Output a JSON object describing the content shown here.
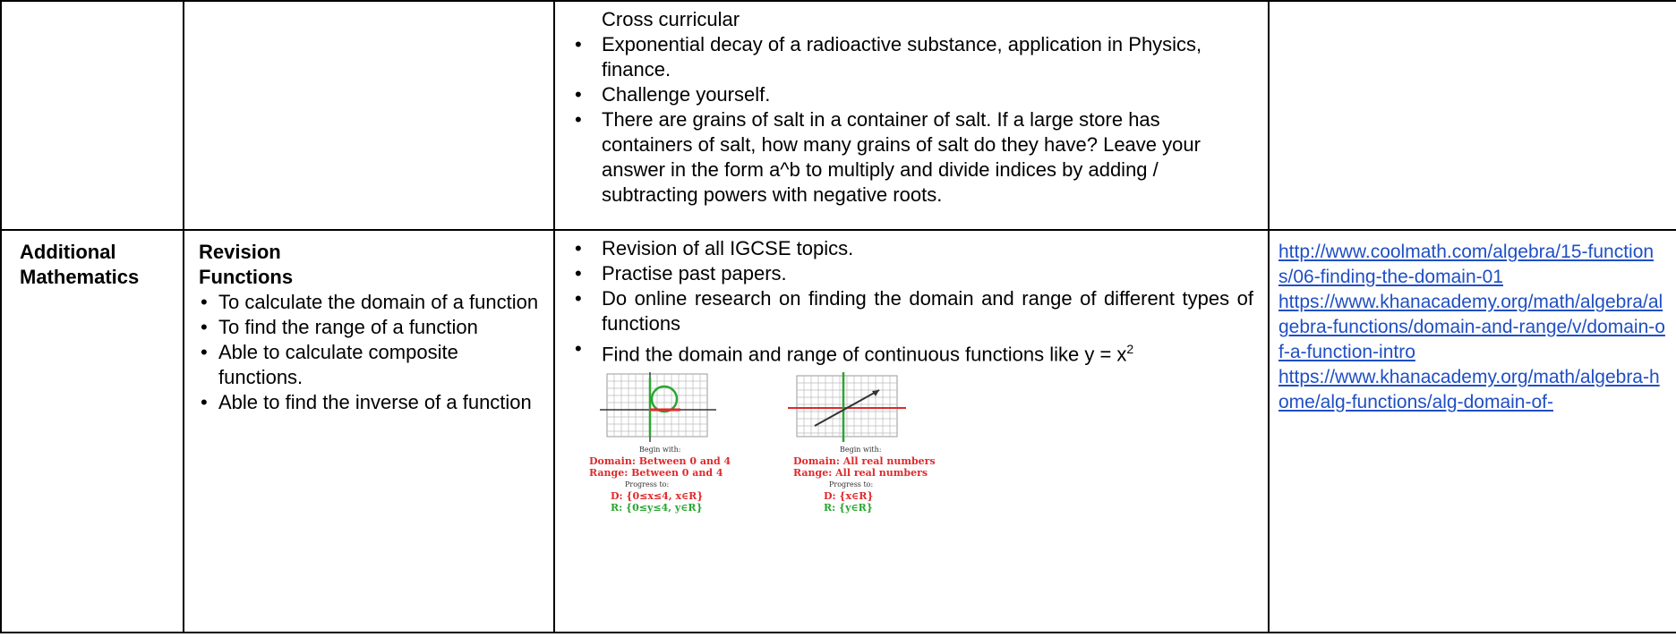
{
  "row1": {
    "col3": {
      "intro": "Cross curricular",
      "bullets": [
        "Exponential decay of a radioactive substance, application in Physics, finance.",
        "Challenge yourself.",
        "There are grains of salt in a container of salt. If a large store has containers of salt, how many grains of salt do they have? Leave your answer in the form a^b to multiply and divide indices by adding / subtracting powers with negative roots."
      ]
    }
  },
  "row2": {
    "subject": "Additional Mathematics",
    "topic": {
      "heading1": "Revision",
      "heading2": "Functions",
      "objectives": [
        "To calculate the  domain of a function",
        "To find the range of a function",
        "Able to calculate composite functions.",
        "Able to find the inverse of a function"
      ]
    },
    "activities": {
      "bullets": [
        "Revision of all IGCSE topics.",
        "Practise past papers.",
        "Do online research on finding the domain and range of different types of functions"
      ],
      "last_bullet": "Find the domain and range of continuous functions like y = x",
      "last_bullet_sup": "2",
      "graph1": {
        "begin": "Begin with:",
        "domain": "Domain: Between 0 and 4",
        "range": "Range: Between 0 and 4",
        "progress": "Progress to:",
        "d": "D: {0≤x≤4, x∈R}",
        "r": "R: {0≤y≤4, y∈R}"
      },
      "graph2": {
        "begin": "Begin with:",
        "domain": "Domain: All real numbers",
        "range": "Range: All real numbers",
        "progress": "Progress to:",
        "d": "D: {x∈R}",
        "r": "R: {y∈R}"
      }
    },
    "resources": {
      "links": [
        "http://www.coolmath.com/algebra/15-functions/06-finding-the-domain-01",
        "https://www.khanacademy.org/math/algebra/algebra-functions/domain-and-range/v/domain-of-a-function-intro",
        "https://www.khanacademy.org/math/algebra-home/alg-functions/alg-domain-of-"
      ]
    }
  },
  "colors": {
    "link": "#1f4fc4",
    "annotation_red": "#e0292b",
    "annotation_green": "#2aa630"
  }
}
